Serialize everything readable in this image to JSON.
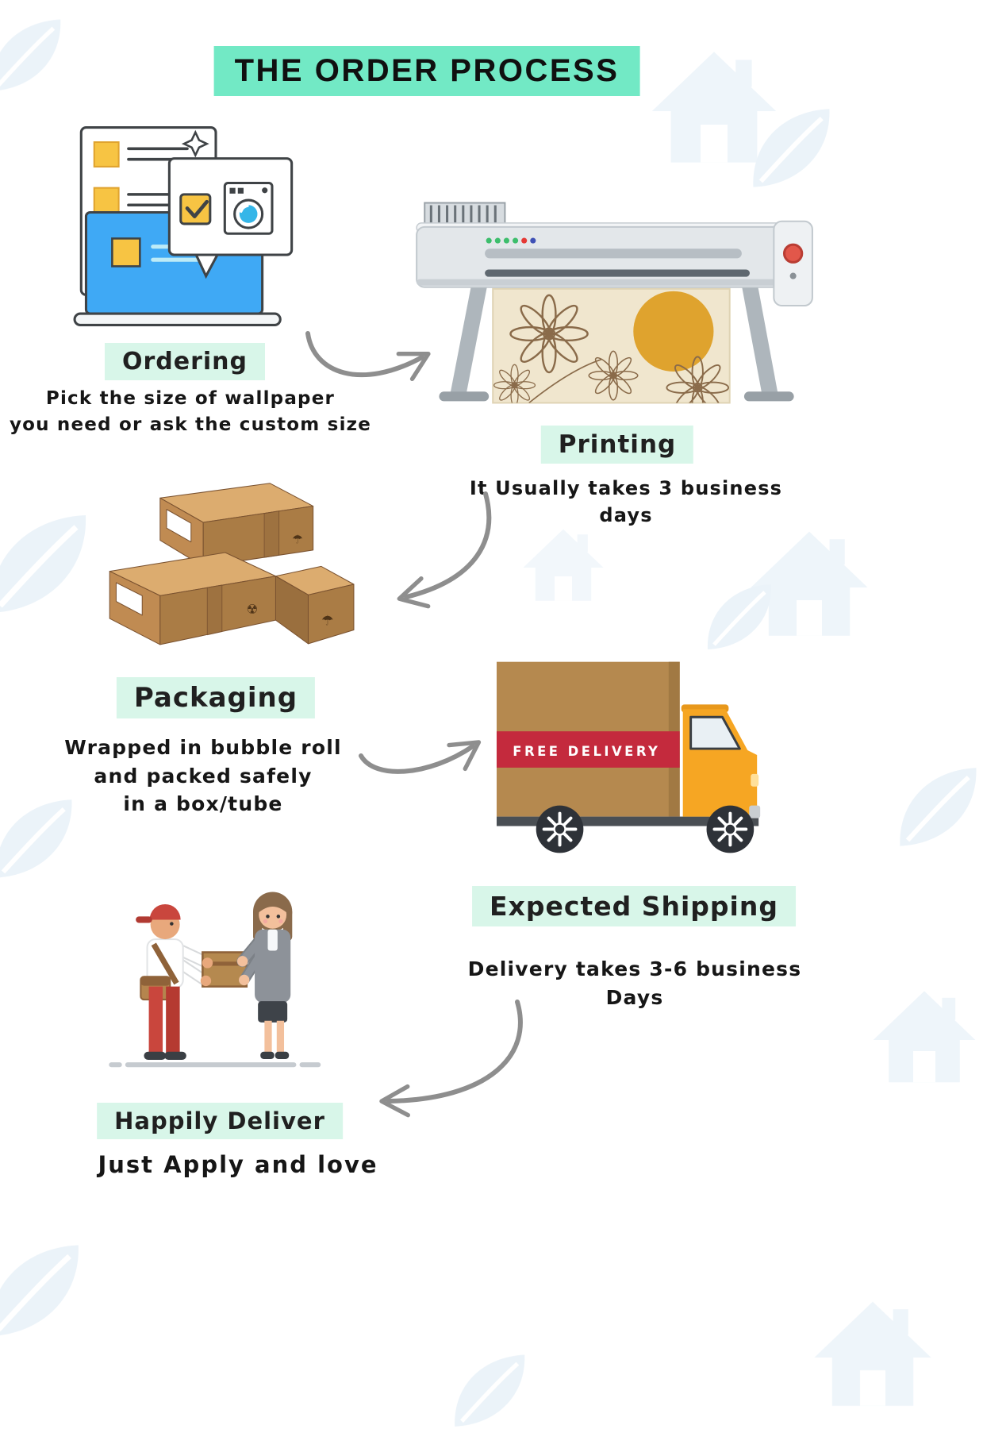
{
  "title": "THE ORDER PROCESS",
  "steps": {
    "ordering": {
      "label": "Ordering",
      "description": "Pick the size of wallpaper\nyou need or ask the custom size"
    },
    "printing": {
      "label": "Printing",
      "description": "It Usually takes 3 business days"
    },
    "packaging": {
      "label": "Packaging",
      "description": "Wrapped in bubble roll\nand packed safely\nin a box/tube"
    },
    "shipping": {
      "label": "Expected Shipping",
      "description": "Delivery takes 3-6 business Days"
    },
    "deliver": {
      "label": "Happily Deliver",
      "description": "Just Apply and love"
    }
  },
  "truck": {
    "banner": "FREE DELIVERY"
  },
  "colors": {
    "title_highlight": "#72E9C5",
    "label_highlight": "#D8F6E9",
    "arrow_gray": "#8E8E8E",
    "truck_orange": "#F6A623",
    "banner_red": "#C42A3D",
    "box_brown": "#B5894F",
    "watermark_blue": "#E3EEF7"
  }
}
